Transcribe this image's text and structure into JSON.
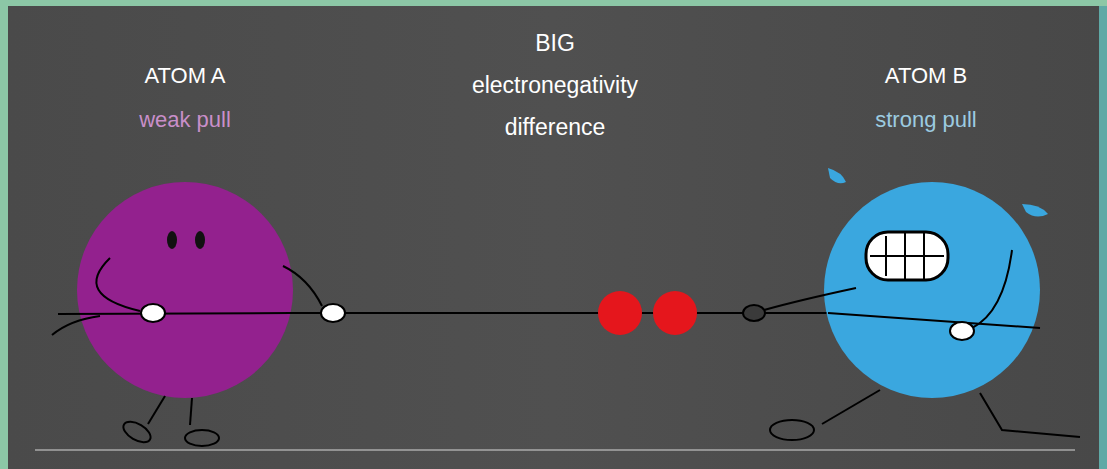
{
  "diagram": {
    "nodes": [
      {
        "text": [
          "ATOM A",
          "weak pull"
        ]
      },
      {
        "text": [
          "ATOM B",
          "strong pull"
        ]
      }
    ],
    "edges": [
      {
        "from": 0,
        "to": 1,
        "arrow": "none"
      }
    ],
    "labels": [
      "BIG electronegativity difference"
    ]
  }
}
